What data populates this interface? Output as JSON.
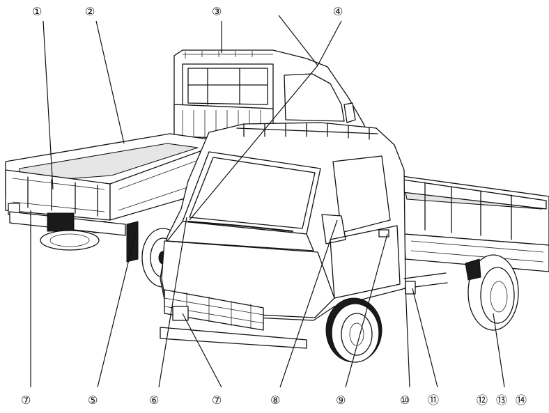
{
  "callouts": [
    {
      "id": "1",
      "label": "①"
    },
    {
      "id": "2",
      "label": "②"
    },
    {
      "id": "3",
      "label": "③"
    },
    {
      "id": "4",
      "label": "④"
    },
    {
      "id": "5",
      "label": "⑤"
    },
    {
      "id": "6",
      "label": "⑥"
    },
    {
      "id": "7a",
      "label": "⑦"
    },
    {
      "id": "7b",
      "label": "⑦"
    },
    {
      "id": "8",
      "label": "⑧"
    },
    {
      "id": "9",
      "label": "⑨"
    },
    {
      "id": "10",
      "label": "⑩"
    },
    {
      "id": "11",
      "label": "⑪"
    },
    {
      "id": "12",
      "label": "⑫"
    },
    {
      "id": "13",
      "label": "⑬"
    },
    {
      "id": "14",
      "label": "⑭"
    }
  ]
}
